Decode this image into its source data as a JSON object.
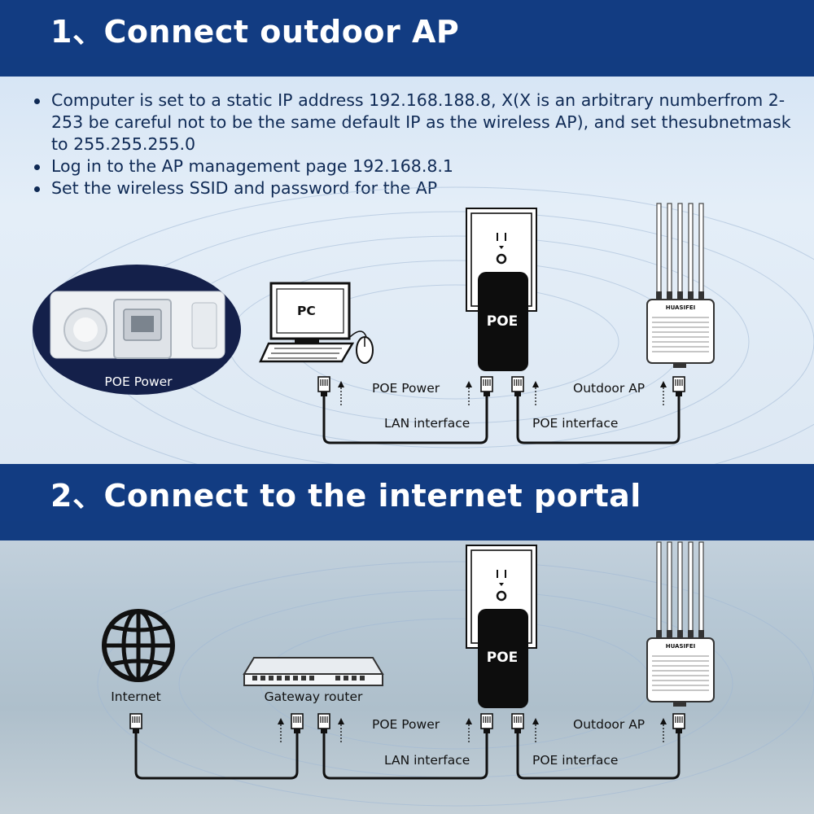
{
  "section1": {
    "title": "1、Connect outdoor AP",
    "bullets": [
      "Computer is set to a static IP address 192.168.188.8, X(X is an arbitrary numberfrom 2-253 be careful not to be the same default IP as the wireless AP), and set thesubnetmask to 255.255.255.0",
      "Log in to the AP management page 192.168.8.1",
      "Set the wireless SSID and password for the AP"
    ],
    "inset_label": "POE Power",
    "pc_label": "PC",
    "poe_label": "POE",
    "ap_brand": "HUASIFEI",
    "poe_power_label": "POE Power",
    "outdoor_ap_label": "Outdoor AP",
    "lan_label": "LAN interface",
    "poe_interface_label": "POE interface"
  },
  "section2": {
    "title": "2、Connect to the internet portal",
    "internet_label": "Internet",
    "router_label": "Gateway router",
    "poe_label": "POE",
    "ap_brand": "HUASIFEI",
    "poe_power_label": "POE Power",
    "outdoor_ap_label": "Outdoor AP",
    "lan_label": "LAN interface",
    "poe_interface_label": "POE interface"
  },
  "colors": {
    "banner": "#123c82",
    "text": "#0f2a55",
    "cable": "#111111"
  }
}
